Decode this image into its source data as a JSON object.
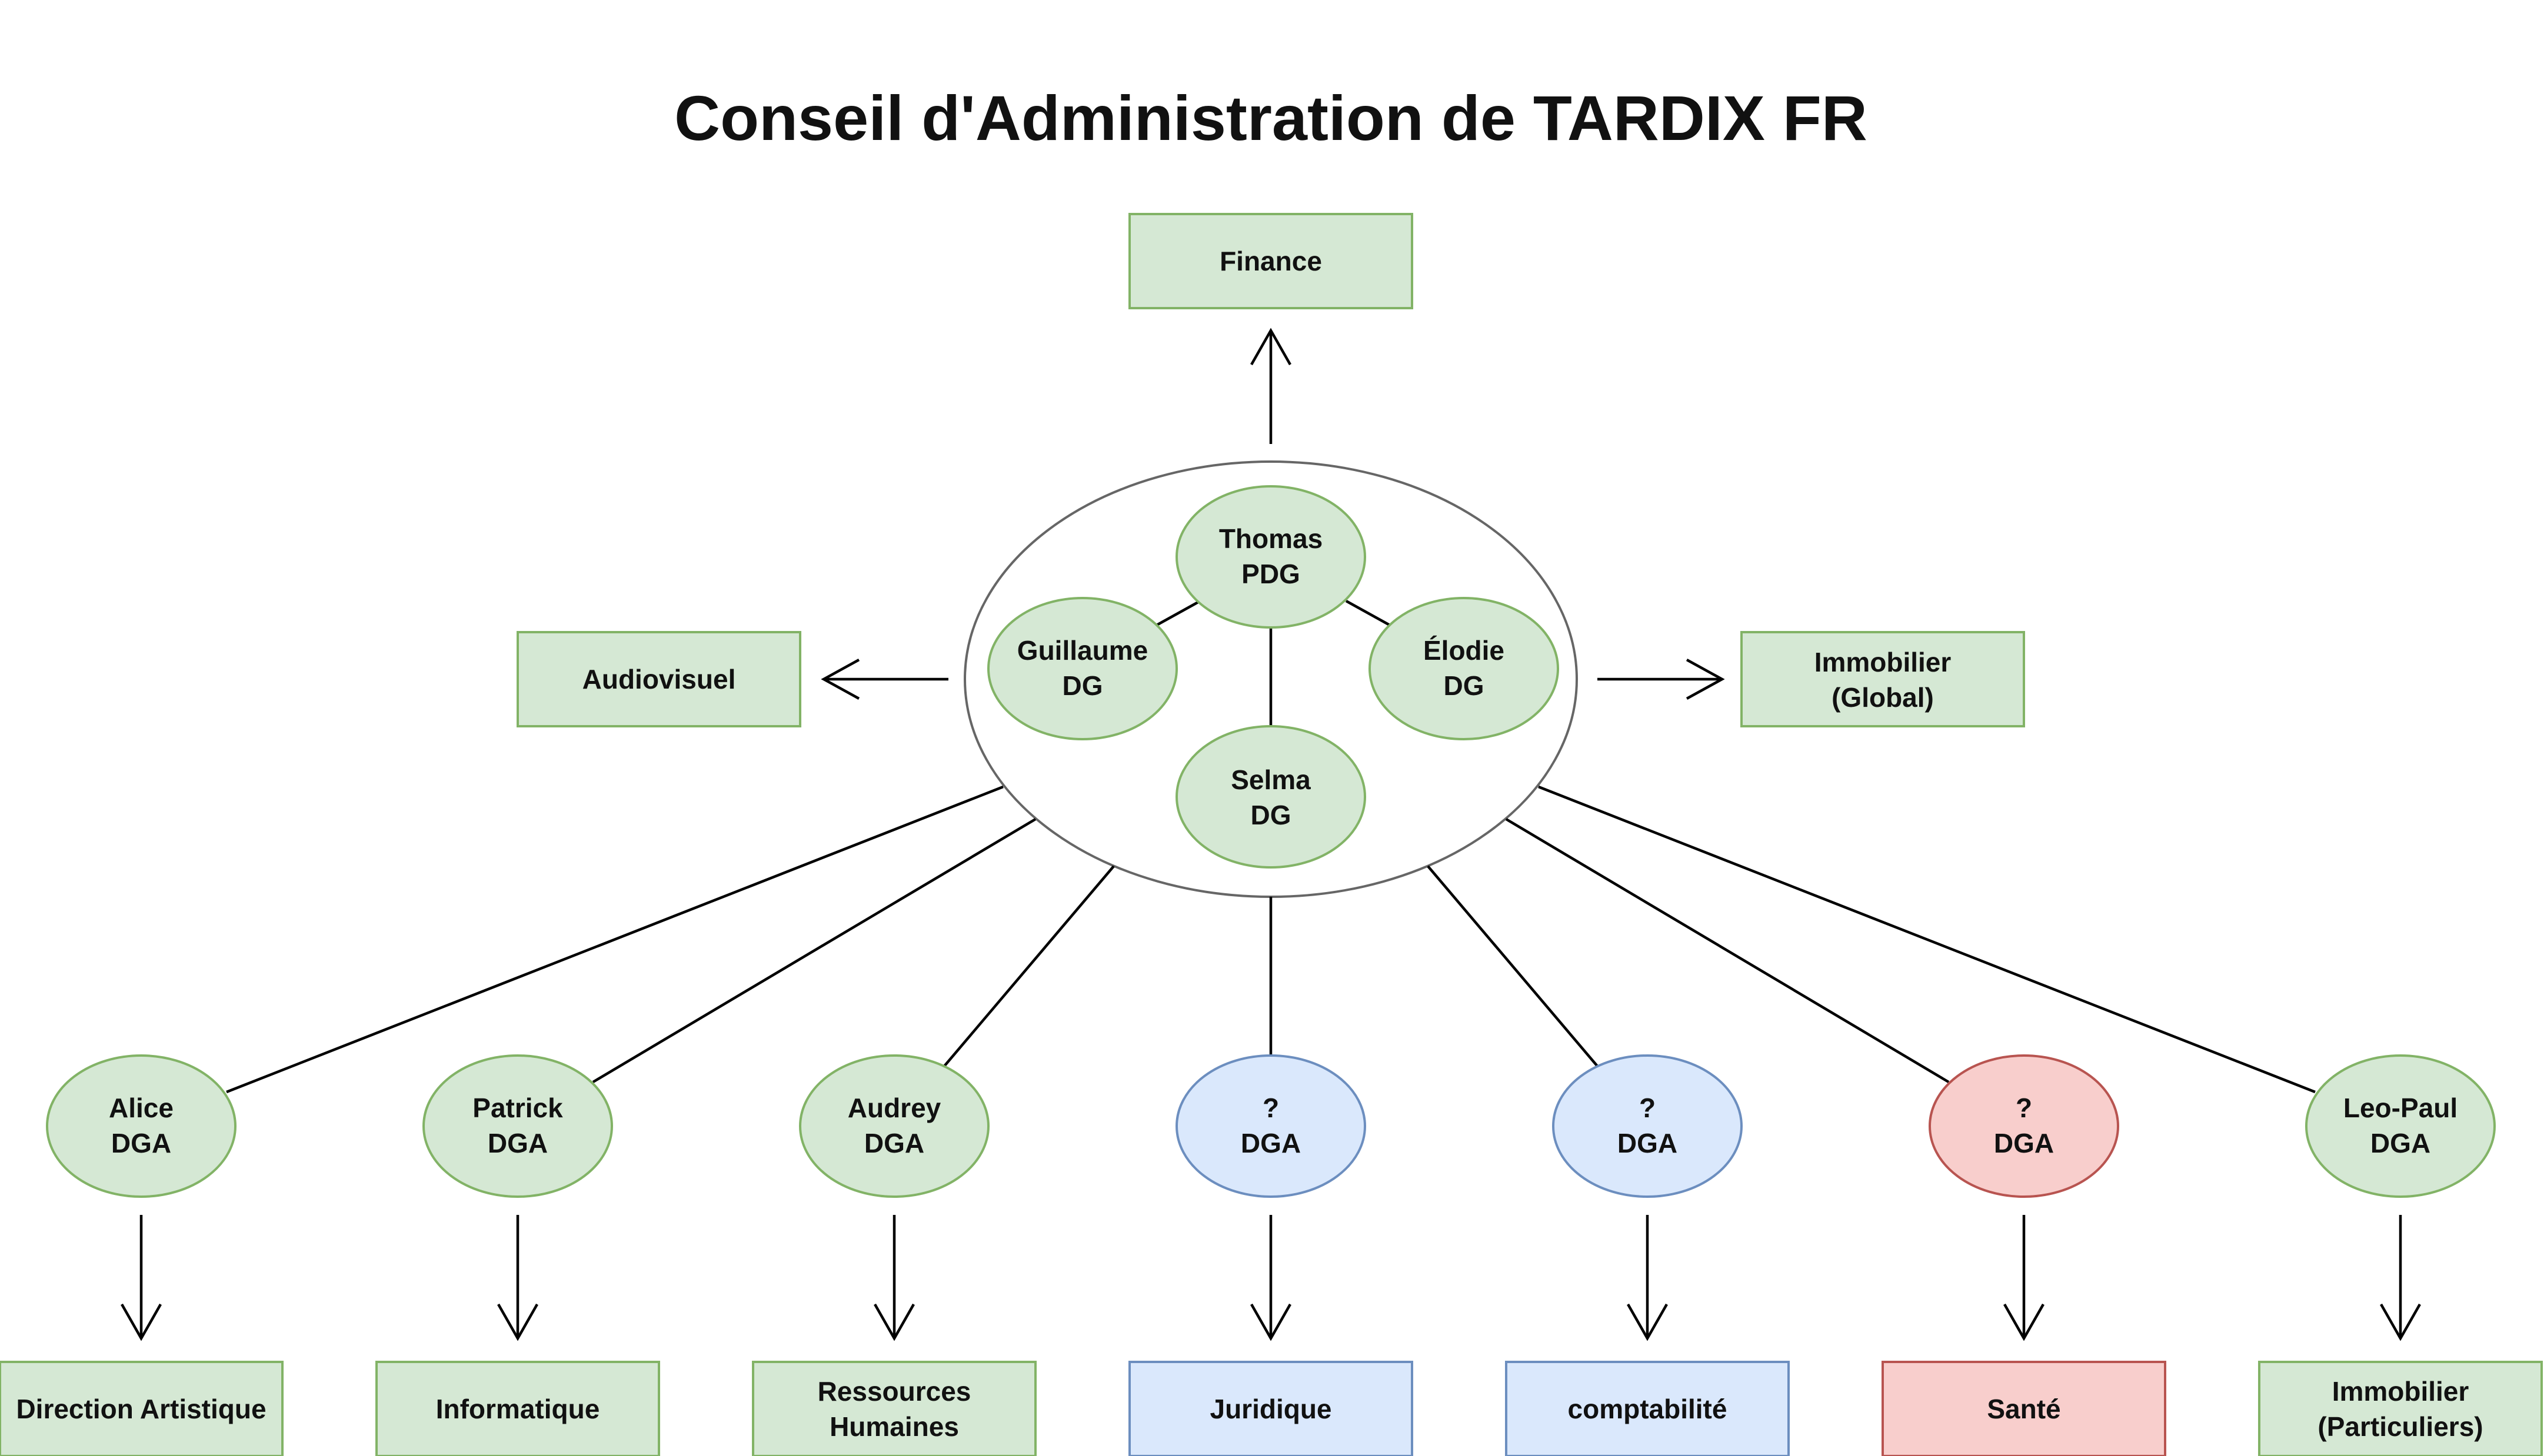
{
  "title": "Conseil d'Administration de TARDIX FR",
  "colors": {
    "green_fill": "#d5e8d4",
    "green_stroke": "#82b366",
    "blue_fill": "#dae8fc",
    "blue_stroke": "#6c8ebf",
    "red_fill": "#f8cecc",
    "red_stroke": "#b85450",
    "group_stroke": "#666666",
    "edge": "#000000"
  },
  "board": {
    "thomas": {
      "name": "Thomas",
      "role": "PDG"
    },
    "guillaume": {
      "name": "Guillaume",
      "role": "DG"
    },
    "elodie": {
      "name": "Élodie",
      "role": "DG"
    },
    "selma": {
      "name": "Selma",
      "role": "DG"
    }
  },
  "departments": {
    "finance": "Finance",
    "audiovisuel": "Audiovisuel",
    "immobilier_global": [
      "Immobilier",
      "(Global)"
    ]
  },
  "deputies": [
    {
      "name": "Alice",
      "role": "DGA",
      "color": "green",
      "department": [
        "Direction Artistique"
      ]
    },
    {
      "name": "Patrick",
      "role": "DGA",
      "color": "green",
      "department": [
        "Informatique"
      ]
    },
    {
      "name": "Audrey",
      "role": "DGA",
      "color": "green",
      "department": [
        "Ressources",
        "Humaines"
      ]
    },
    {
      "name": "?",
      "role": "DGA",
      "color": "blue",
      "department": [
        "Juridique"
      ]
    },
    {
      "name": "?",
      "role": "DGA",
      "color": "blue",
      "department": [
        "comptabilité"
      ]
    },
    {
      "name": "?",
      "role": "DGA",
      "color": "red",
      "department": [
        "Santé"
      ]
    },
    {
      "name": "Leo-Paul",
      "role": "DGA",
      "color": "green",
      "department": [
        "Immobilier",
        "(Particuliers)"
      ]
    }
  ]
}
